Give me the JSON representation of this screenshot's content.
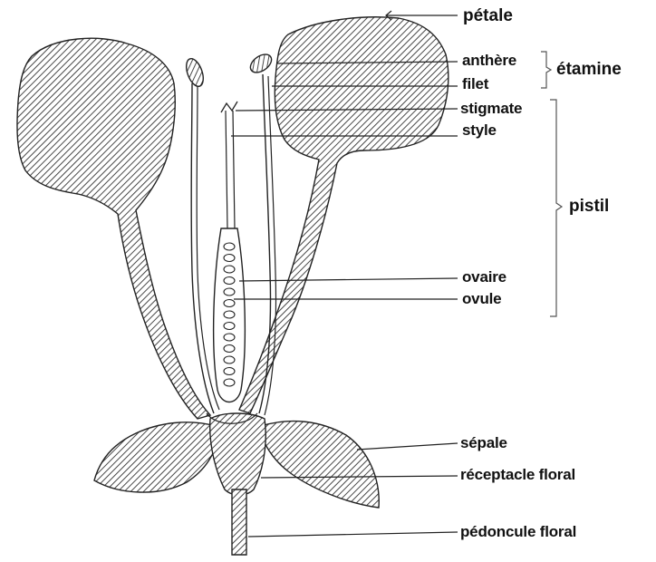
{
  "diagram": {
    "labels": {
      "petale": "pétale",
      "anthere": "anthère",
      "filet": "filet",
      "etamine": "étamine",
      "stigmate": "stigmate",
      "style": "style",
      "pistil": "pistil",
      "ovaire": "ovaire",
      "ovule": "ovule",
      "sepale": "sépale",
      "receptacle": "réceptacle floral",
      "pedoncule": "pédoncule floral"
    },
    "colors": {
      "ink": "#222222",
      "fill": "#8a8a8a",
      "paper": "#ffffff"
    }
  }
}
